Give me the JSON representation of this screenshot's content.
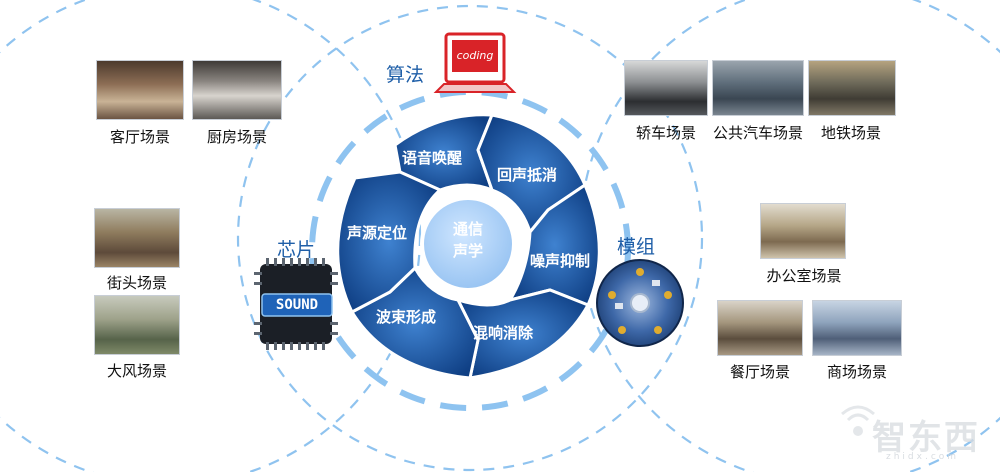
{
  "diagram": {
    "center": {
      "line1": "通信",
      "line2": "声学"
    },
    "segments": [
      "语音唤醒",
      "回声抵消",
      "噪声抑制",
      "混响消除",
      "波束形成",
      "声源定位"
    ],
    "categories": {
      "algorithm": "算法",
      "chip": "芯片",
      "module": "模组"
    },
    "algorithm_icon_text": "coding",
    "chip_icon_text": "SOUND",
    "scenes": {
      "living_room": "客厅场景",
      "kitchen": "厨房场景",
      "street": "街头场景",
      "windy": "大风场景",
      "car": "轿车场景",
      "bus": "公共汽车场景",
      "subway": "地铁场景",
      "office": "办公室场景",
      "restaurant": "餐厅场景",
      "mall": "商场场景"
    },
    "watermark": "智东西",
    "watermark_sub": "zhidx.com"
  }
}
